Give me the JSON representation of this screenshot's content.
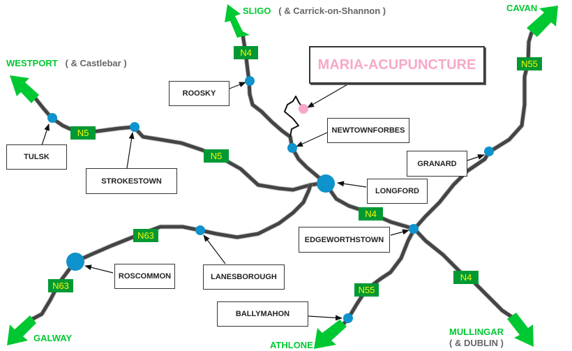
{
  "title": "MARIA-ACUPUNCTURE",
  "colors": {
    "road": "#444444",
    "town_marker": "#0e93cc",
    "practice_marker": "#f7a8c8",
    "direction_arrow": "#00c832",
    "route_badge_bg": "#009933",
    "route_badge_text": "#f8f800"
  },
  "destinations": {
    "sligo": {
      "name": "SLIGO",
      "note": "( & Carrick-on-Shannon )"
    },
    "westport": {
      "name": "WESTPORT",
      "note": "( & Castlebar )"
    },
    "cavan": {
      "name": "CAVAN",
      "note": ""
    },
    "galway": {
      "name": "GALWAY",
      "note": ""
    },
    "athlone": {
      "name": "ATHLONE",
      "note": ""
    },
    "mullingar": {
      "name": "MULLINGAR",
      "note": "( & DUBLIN )"
    }
  },
  "towns": {
    "roosky": "ROOSKY",
    "tulsk": "TULSK",
    "strokestown": "STROKESTOWN",
    "newtownforbes": "NEWTOWNFORBES",
    "granard": "GRANARD",
    "longford": "LONGFORD",
    "edgeworthstown": "EDGEWORTHSTOWN",
    "roscommon": "ROSCOMMON",
    "lanesborough": "LANESBOROUGH",
    "ballymahon": "BALLYMAHON"
  },
  "routes": {
    "n4_north": "N4",
    "n5_west": "N5",
    "n5_east": "N5",
    "n55_north": "N55",
    "n4_mid": "N4",
    "n63_east": "N63",
    "n63_west": "N63",
    "n55_south": "N55",
    "n4_south": "N4"
  }
}
